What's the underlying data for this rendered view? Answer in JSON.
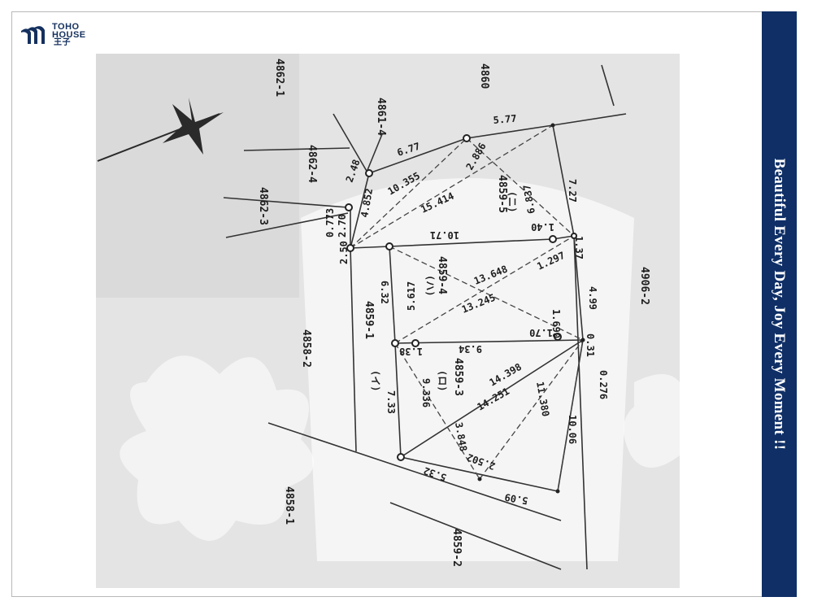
{
  "logo": {
    "brand_line1": "TOHO",
    "brand_line2": "HOUSE",
    "brand_kanji": "王子"
  },
  "tagline": "Beautiful  Every Day, Joy Every Moment !!",
  "map": {
    "lot_numbers": [
      "4862-1",
      "4861-4",
      "4860",
      "4862-4",
      "4862-3",
      "4859-5",
      "4859-4",
      "4859-1",
      "4859-3",
      "4858-2",
      "4906-2",
      "4858-1",
      "4859-2"
    ],
    "parcel_marks": [
      "(ニ)",
      "(ハ)",
      "(イ)",
      "(ロ)"
    ],
    "edge_lengths": [
      "5.77",
      "6.77",
      "2.48",
      "0.773",
      "2.70",
      "2.50",
      "10.71",
      "6.32",
      "7.33",
      "7.27",
      "1.37",
      "4.99",
      "0.31",
      "10.06",
      "5.09",
      "5.32",
      "9.34",
      "1.38",
      "1.40",
      "1.70",
      "0.276"
    ],
    "diagonals": [
      "10.355",
      "4.852",
      "2.886",
      "15.414",
      "6.837",
      "13.648",
      "13.245",
      "5.617",
      "1.297",
      "1.690",
      "14.398",
      "14.251",
      "11.380",
      "9.336",
      "3.848",
      "2.502"
    ]
  },
  "colors": {
    "brand_navy": "#0f2f66",
    "frame_border": "#b9b9b9",
    "survey_background": "#e4e4e4"
  }
}
